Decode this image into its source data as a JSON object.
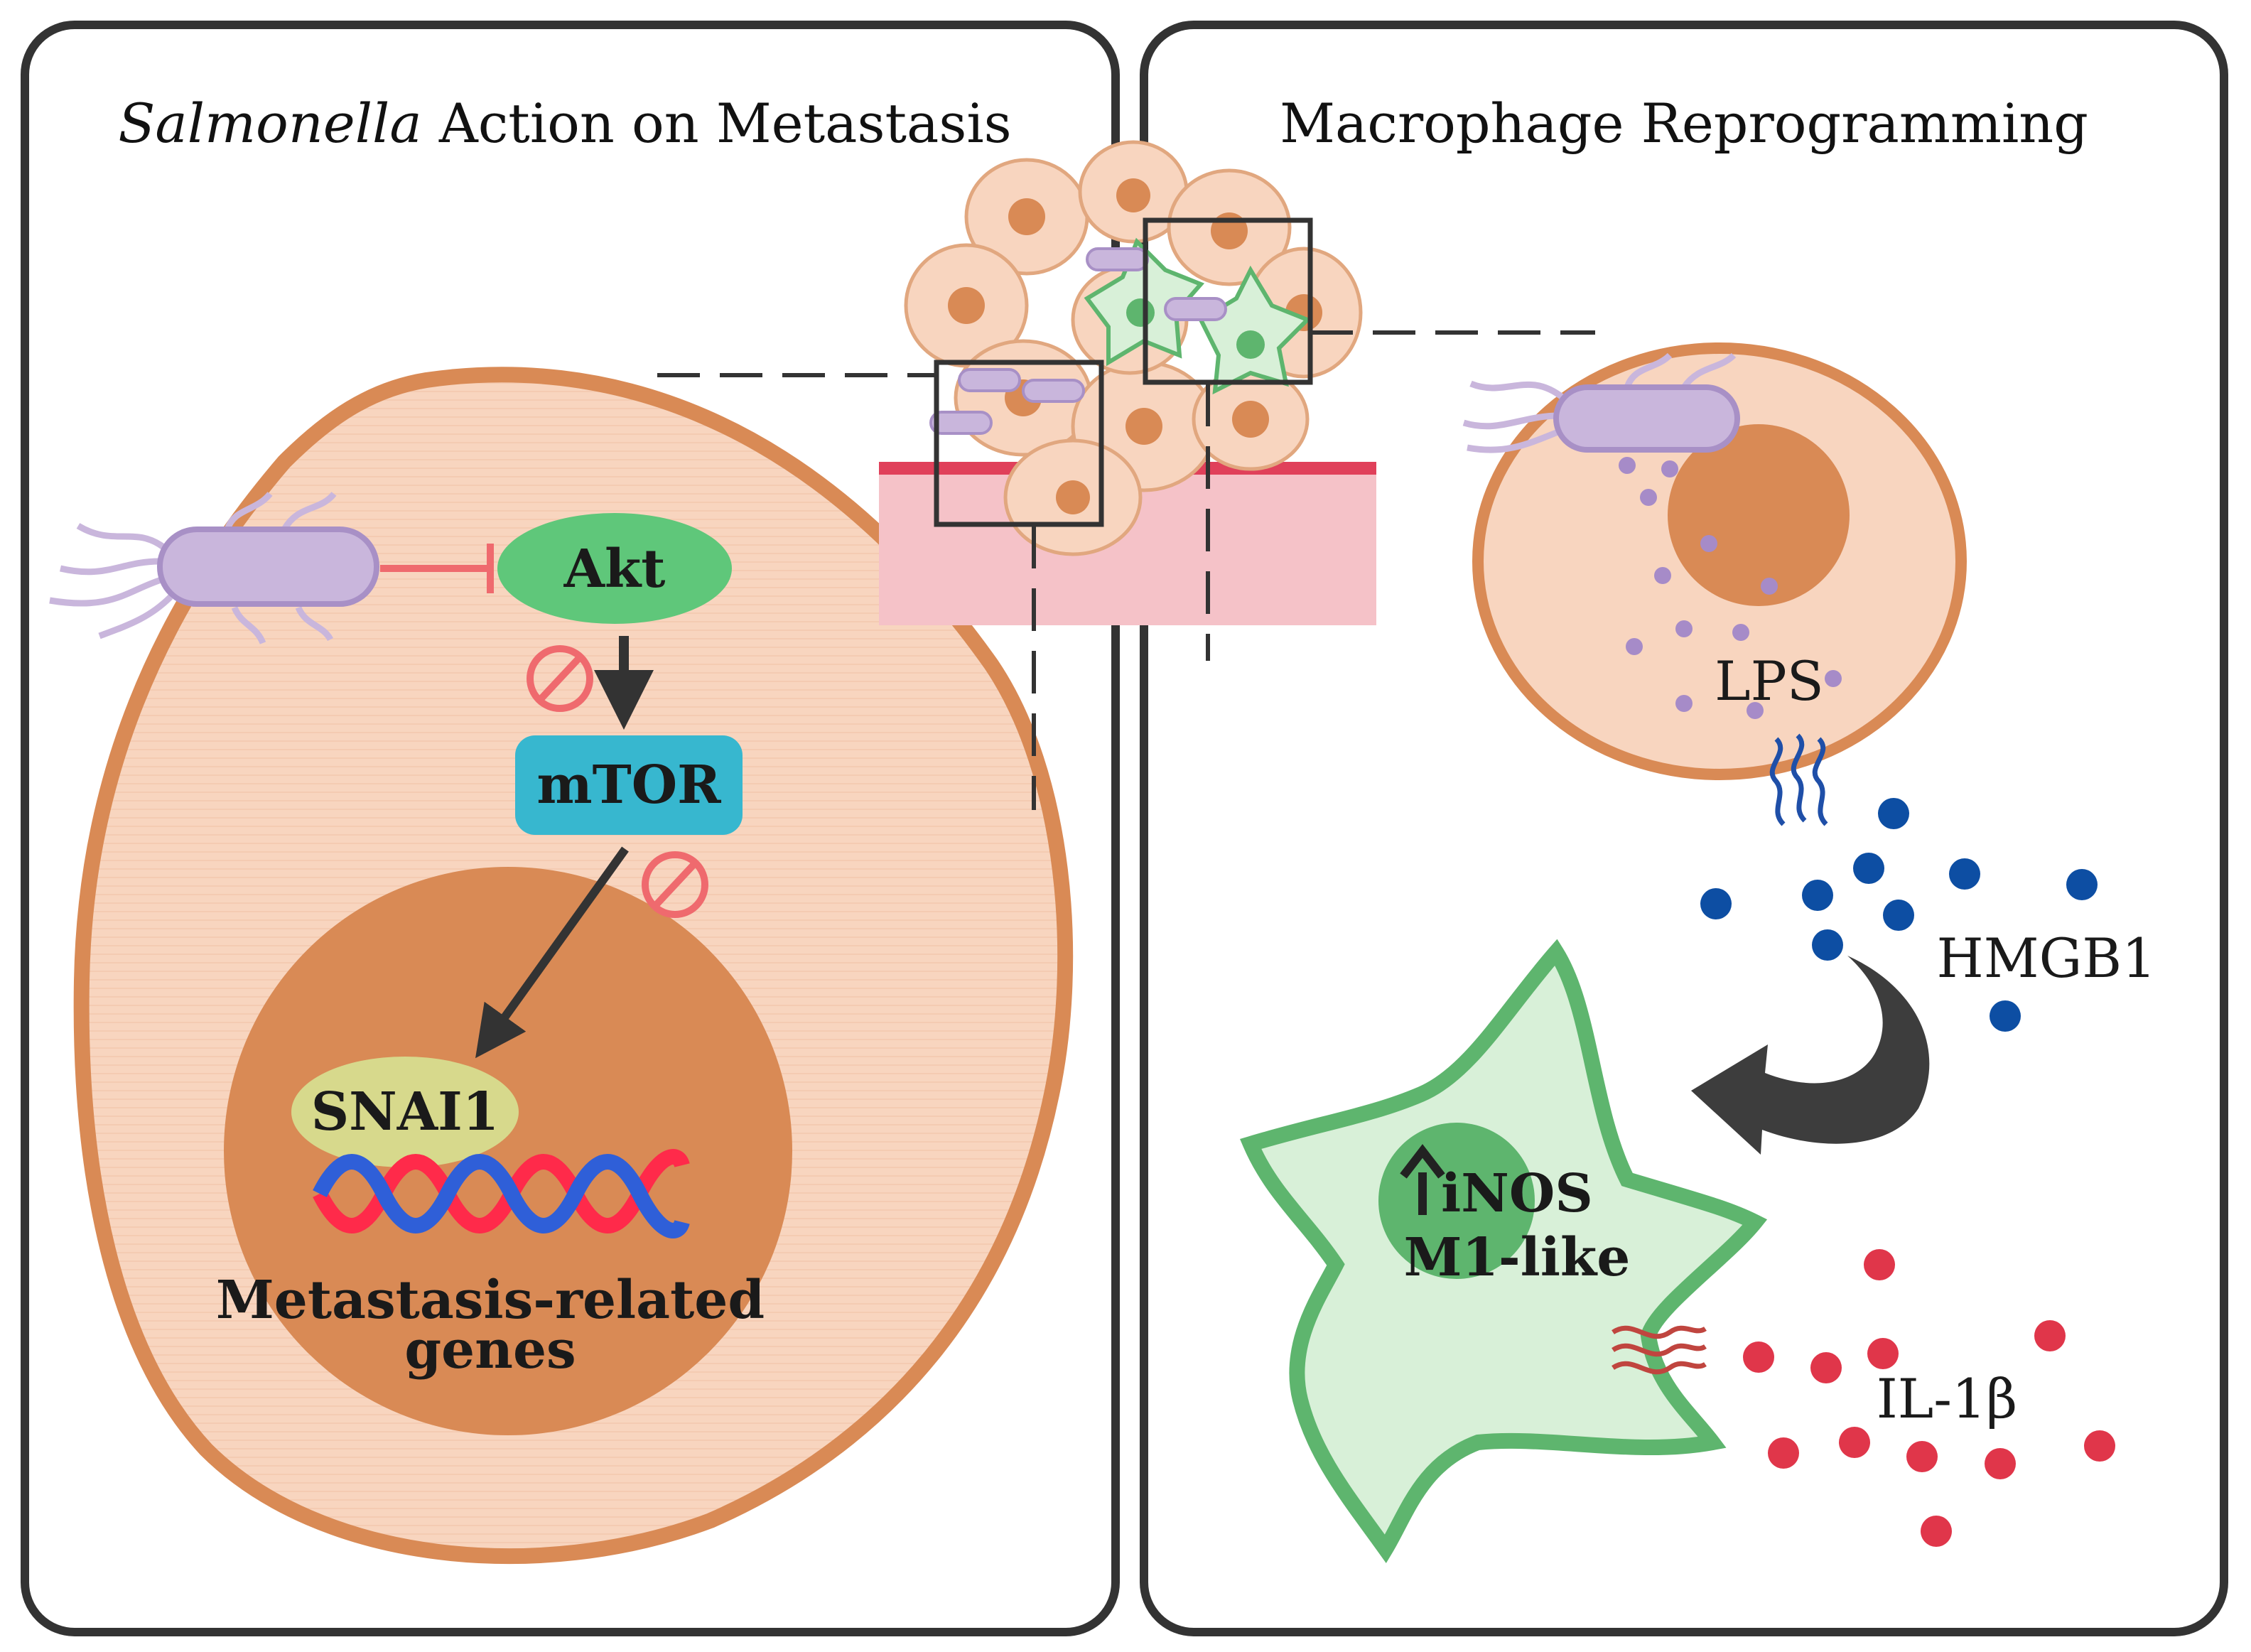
{
  "left_panel": {
    "title_italic": "Salmonella",
    "title_rest": " Action on Metastasis",
    "node_akt": "Akt",
    "node_mtor": "mTOR",
    "node_snai1": "SNAI1",
    "genes_line1": "Metastasis-related",
    "genes_line2": "genes"
  },
  "right_panel": {
    "title": "Macrophage Reprogramming",
    "label_lps": "LPS",
    "label_hmgb1": "HMGB1",
    "label_inos": "iNOS",
    "label_m1": "M1-like",
    "label_il1b": "IL-1β"
  },
  "colors": {
    "cell_fill": "#f8d5bf",
    "cell_border": "#d98a55",
    "nucleus": "#d98a55",
    "bacterium": "#c9b6dc",
    "akt": "#5fc77a",
    "mtor": "#37b7cf",
    "snai1": "#d7d98c",
    "macrophage_fill": "#d8f0d8",
    "macrophage_border": "#5eb56e",
    "hmgb1_dots": "#0d4ea3",
    "il1b_dots": "#e0364a",
    "lps_dots": "#a68bc8",
    "inhibit": "#ef6a6e"
  }
}
